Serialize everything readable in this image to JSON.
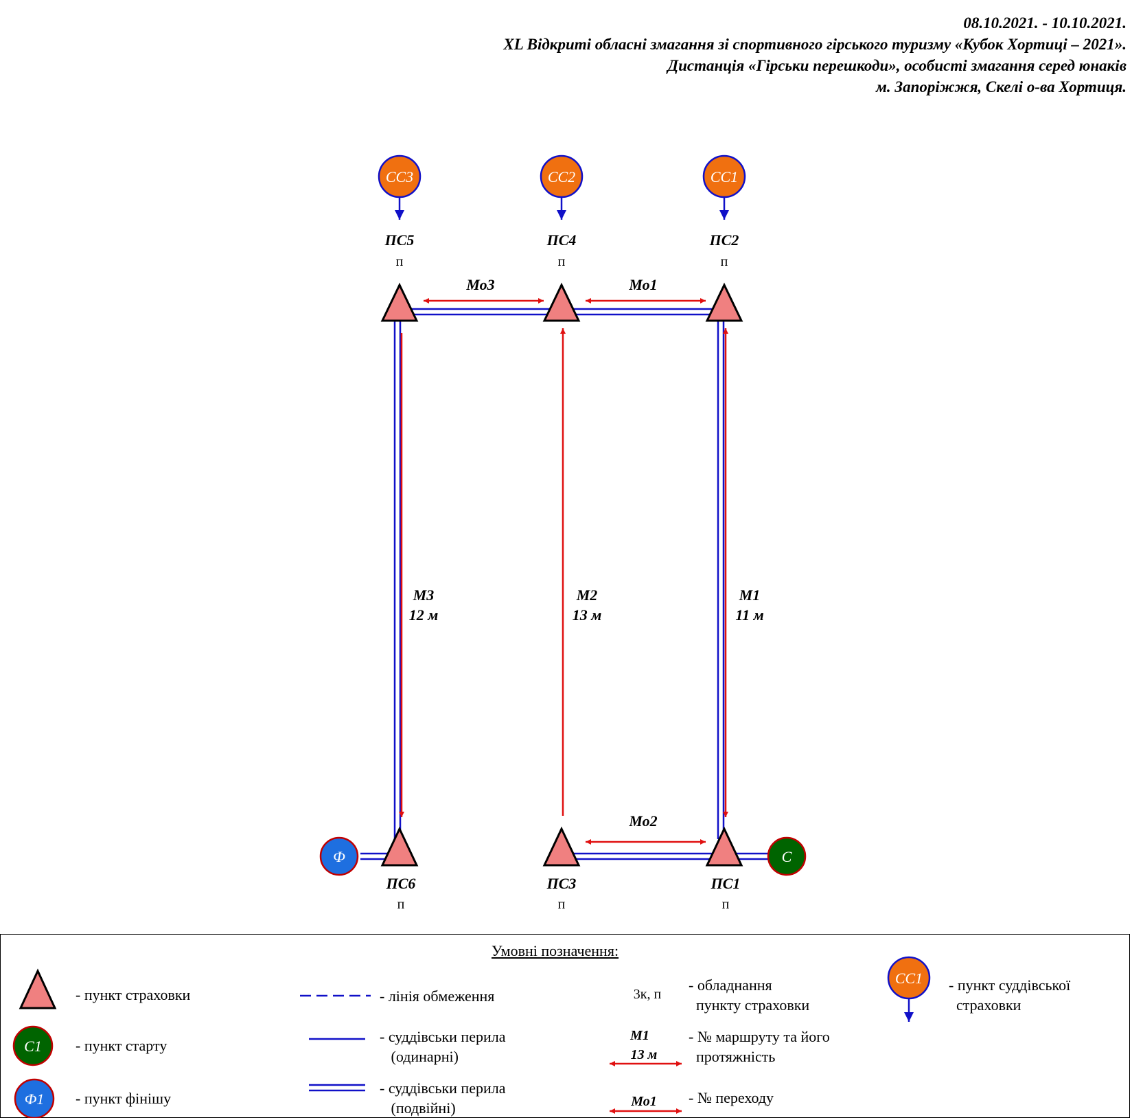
{
  "header": {
    "line1": "08.10.2021. - 10.10.2021.",
    "line2": "XL Відкриті обласні змагання зі спортивного гірського туризму «Кубок Хортиці – 2021».",
    "line3": "Дистанція «Гірськи перешкоди», особисті змагання серед юнаків",
    "line4": "м. Запоріжжя, Скелі о-ва Хортиця."
  },
  "judge_points": [
    {
      "id": "CC3",
      "label": "СС3"
    },
    {
      "id": "CC2",
      "label": "СС2"
    },
    {
      "id": "CC1",
      "label": "СС1"
    }
  ],
  "belay_points": [
    {
      "id": "PS5",
      "name": "ПС5",
      "equip": "п"
    },
    {
      "id": "PS4",
      "name": "ПС4",
      "equip": "п"
    },
    {
      "id": "PS2",
      "name": "ПС2",
      "equip": "п"
    },
    {
      "id": "PS6",
      "name": "ПС6",
      "equip": "п"
    },
    {
      "id": "PS3",
      "name": "ПС3",
      "equip": "п"
    },
    {
      "id": "PS1",
      "name": "ПС1",
      "equip": "п"
    }
  ],
  "routes": [
    {
      "id": "M3",
      "name": "М3",
      "length": "12 м"
    },
    {
      "id": "M2",
      "name": "М2",
      "length": "13 м"
    },
    {
      "id": "M1",
      "name": "М1",
      "length": "11 м"
    }
  ],
  "transitions": [
    {
      "id": "Mo3",
      "name": "Мо3"
    },
    {
      "id": "Mo1",
      "name": "Мо1"
    },
    {
      "id": "Mo2",
      "name": "Мо2"
    }
  ],
  "start_label": "С",
  "finish_label": "Ф",
  "legend": {
    "title": "Умовні позначення:",
    "belay_point": "- пункт страховки",
    "start_point": "- пункт старту",
    "start_icon": "С1",
    "finish_point": "- пункт фінішу",
    "finish_icon": "Ф1",
    "limit_line": "- лінія обмеження",
    "single_rails": "- суддівськи перила\n   (одинарні)",
    "double_rails": "- суддівськи перила\n   (подвійні)",
    "equip_sample": "3к, п",
    "equip_text": "- обладнання\n  пункту страховки",
    "route_sample_name": "М1",
    "route_sample_len": "13 м",
    "route_text": "- № маршруту та його\n  протяжність",
    "transition_sample": "Мо1",
    "transition_text": "- № переходу",
    "judge_icon": "СС1",
    "judge_text": "- пункт суддівської\n  страховки"
  },
  "colors": {
    "triangle": "#f08080",
    "rope": "#1010c8",
    "arrow": "#e01010",
    "judge_circle": "#f07010",
    "start_circle": "#006400",
    "finish_circle": "#1e6fe0"
  }
}
